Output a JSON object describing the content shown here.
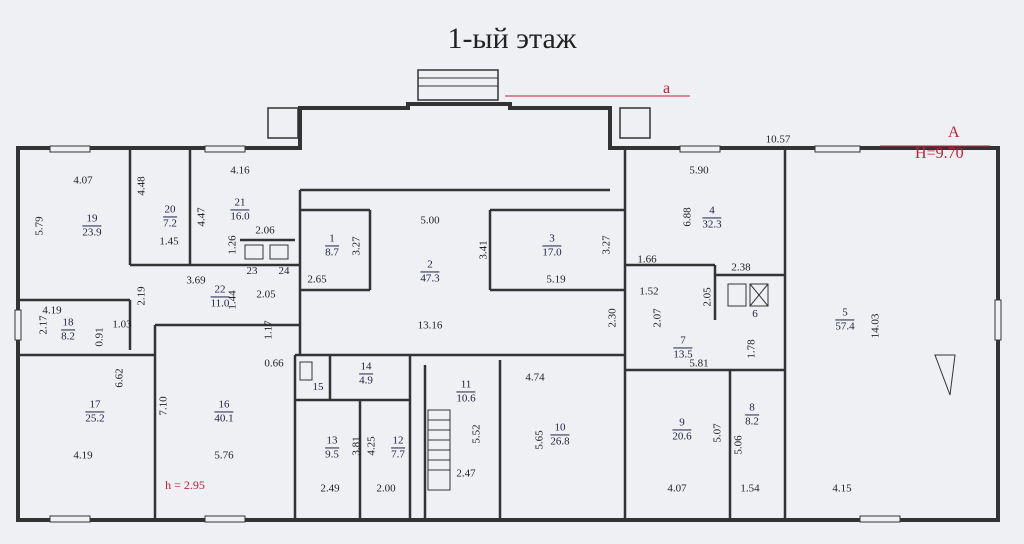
{
  "title": "1-ый этаж",
  "marks": {
    "axis_a": "а",
    "axis_A": "А",
    "elevation": "H=9.70",
    "height": "h = 2.95"
  },
  "rooms": [
    {
      "n": "19",
      "a": "23.9"
    },
    {
      "n": "20",
      "a": "7.2"
    },
    {
      "n": "21",
      "a": "16.0"
    },
    {
      "n": "22",
      "a": "11.0"
    },
    {
      "n": "23",
      "a": ""
    },
    {
      "n": "24",
      "a": ""
    },
    {
      "n": "18",
      "a": "8.2"
    },
    {
      "n": "17",
      "a": "25.2"
    },
    {
      "n": "16",
      "a": "40.1"
    },
    {
      "n": "1",
      "a": "8.7"
    },
    {
      "n": "2",
      "a": "47.3"
    },
    {
      "n": "3",
      "a": "17.0"
    },
    {
      "n": "4",
      "a": "32.3"
    },
    {
      "n": "5",
      "a": "57.4"
    },
    {
      "n": "6",
      "a": ""
    },
    {
      "n": "7",
      "a": "13.5"
    },
    {
      "n": "8",
      "a": "8.2"
    },
    {
      "n": "9",
      "a": "20.6"
    },
    {
      "n": "10",
      "a": "26.8"
    },
    {
      "n": "11",
      "a": "10.6"
    },
    {
      "n": "12",
      "a": "7.7"
    },
    {
      "n": "13",
      "a": "9.5"
    },
    {
      "n": "14",
      "a": "4.9"
    },
    {
      "n": "15",
      "a": ""
    }
  ],
  "dims": [
    "4.07",
    "5.79",
    "4.48",
    "4.47",
    "4.16",
    "1.45",
    "1.26",
    "2.06",
    "3.69",
    "2.19",
    "1.44",
    "2.05",
    "4.19",
    "2.17",
    "0.91",
    "1.03",
    "1.17",
    "0.66",
    "6.62",
    "7.10",
    "4.19",
    "5.76",
    "5.00",
    "3.27",
    "3.41",
    "3.27",
    "2.65",
    "5.19",
    "13.16",
    "2.30",
    "10.57",
    "5.90",
    "6.88",
    "1.66",
    "2.38",
    "1.52",
    "2.07",
    "2.05",
    "14.03",
    "5.81",
    "1.78",
    "4.74",
    "5.65",
    "5.52",
    "3.81",
    "4.25",
    "2.49",
    "2.00",
    "2.47",
    "5.07",
    "5.06",
    "4.07",
    "1.54",
    "4.15"
  ]
}
